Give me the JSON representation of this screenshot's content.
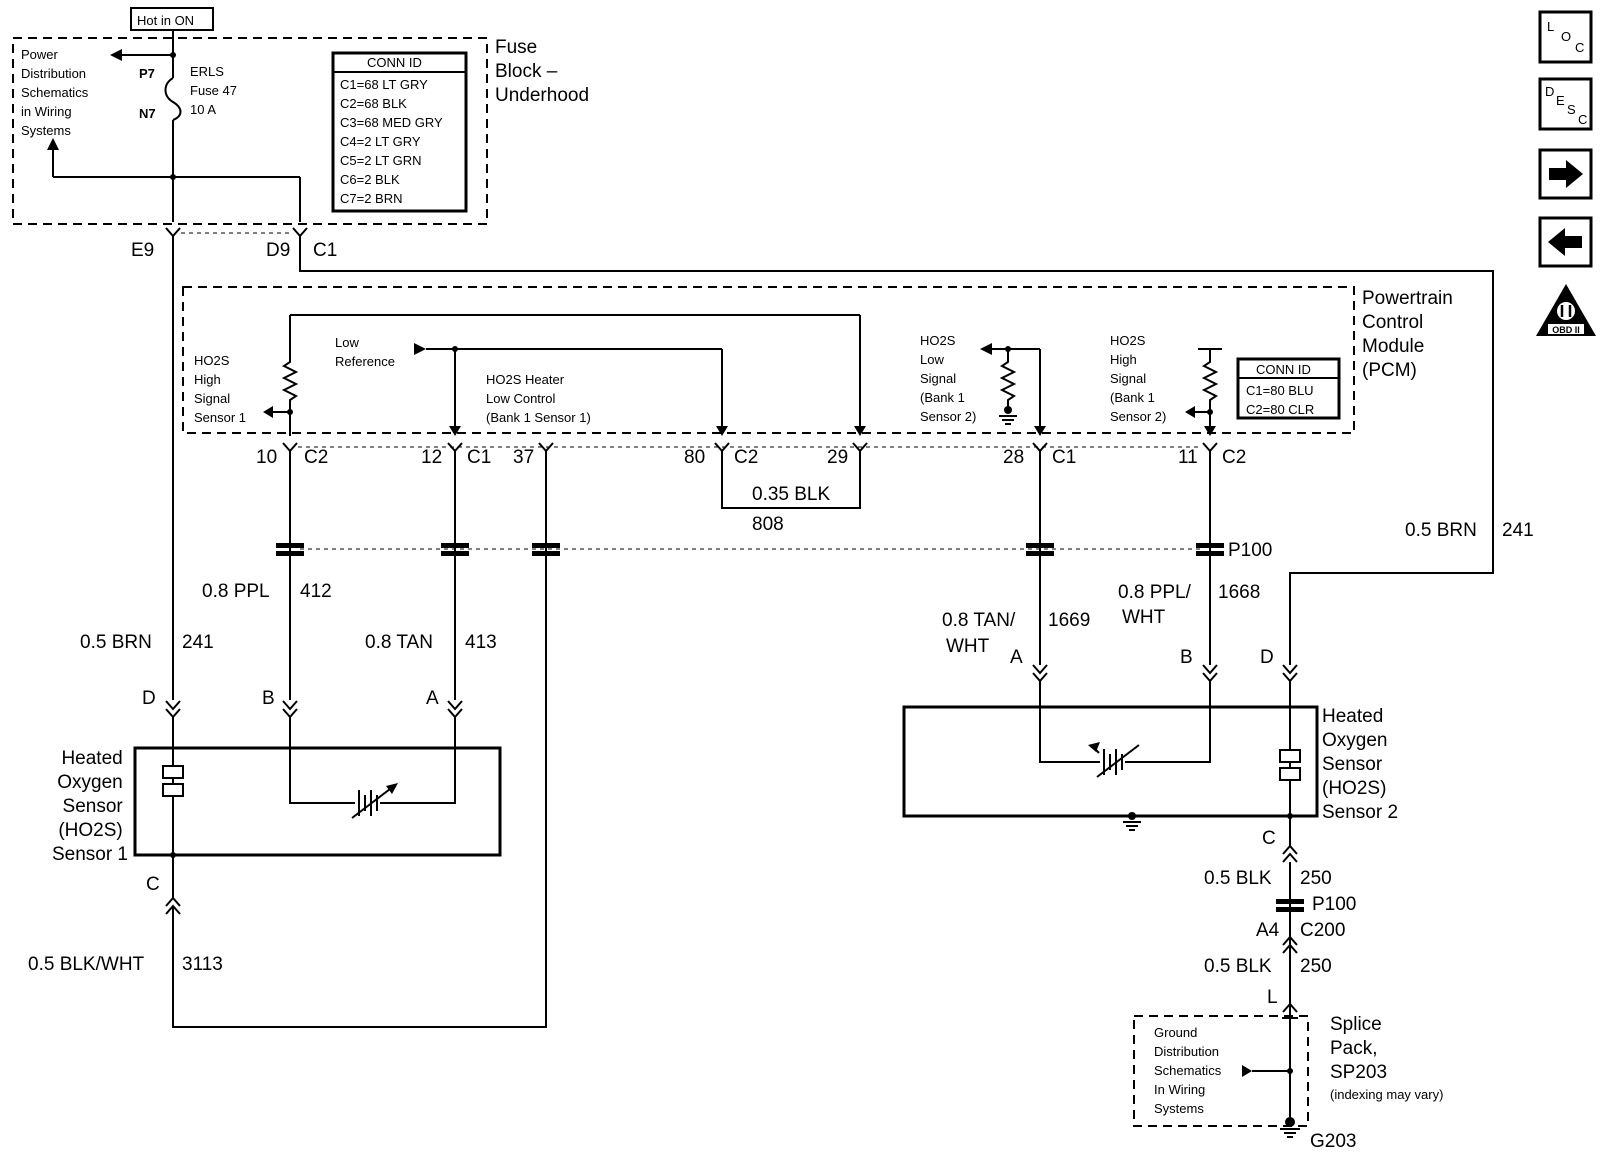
{
  "labels": {
    "hot_in_on": "Hot in ON",
    "power_dist": [
      "Power",
      "Distribution",
      "Schematics",
      "in Wiring",
      "Systems"
    ],
    "p7": "P7",
    "n7": "N7",
    "fuse_name": [
      "ERLS",
      "Fuse 47",
      "10 A"
    ],
    "fuse_block": [
      "Fuse",
      "Block –",
      "Underhood"
    ],
    "fuse_conn_title": "CONN ID",
    "fuse_conn": [
      "C1=68 LT GRY",
      "C2=68 BLK",
      "C3=68 MED GRY",
      "C4=2 LT GRY",
      "C5=2 LT GRN",
      "C6=2 BLK",
      "C7=2 BRN"
    ],
    "e9": "E9",
    "d9": "D9",
    "c1_fuse": "C1",
    "pcm": [
      "Powertrain",
      "Control",
      "Module",
      "(PCM)"
    ],
    "pcm_conn_title": "CONN ID",
    "pcm_conn": [
      "C1=80 BLU",
      "C2=80 CLR"
    ],
    "ho2s_high_s1": [
      "HO2S",
      "High",
      "Signal",
      "Sensor 1"
    ],
    "low_ref": [
      "Low",
      "Reference"
    ],
    "heater_low": [
      "HO2S Heater",
      "Low Control",
      "(Bank 1 Sensor 1)"
    ],
    "ho2s_low_s2": [
      "HO2S",
      "Low",
      "Signal",
      "(Bank 1",
      "Sensor 2)"
    ],
    "ho2s_high_s2": [
      "HO2S",
      "High",
      "Signal",
      "(Bank 1",
      "Sensor 2)"
    ],
    "pin_10": "10",
    "c2_a": "C2",
    "pin_12": "12",
    "c1_a": "C1",
    "pin_37": "37",
    "pin_80": "80",
    "c2_b": "C2",
    "pin_29": "29",
    "pin_28": "28",
    "c1_b": "C1",
    "pin_11": "11",
    "c2_c": "C2",
    "w_035blk": "0.35 BLK",
    "w_808": "808",
    "p100_top": "P100",
    "w_08ppl": "0.8 PPL",
    "w_412": "412",
    "w_05brn_l": "0.5 BRN",
    "w_241_l": "241",
    "w_08tan": "0.8 TAN",
    "w_413": "413",
    "w_05brn_r": "0.5 BRN",
    "w_241_r": "241",
    "w_08pplwht": [
      "0.8 PPL/",
      "WHT"
    ],
    "w_1668": "1668",
    "w_08tanwht": [
      "0.8 TAN/",
      "WHT"
    ],
    "w_1669": "1669",
    "pin_d_l": "D",
    "pin_b_l": "B",
    "pin_a_l": "A",
    "pin_a_r": "A",
    "pin_b_r": "B",
    "pin_d_r": "D",
    "sensor1": [
      "Heated",
      "Oxygen",
      "Sensor",
      "(HO2S)",
      "Sensor 1"
    ],
    "sensor2": [
      "Heated",
      "Oxygen",
      "Sensor",
      "(HO2S)",
      "Sensor 2"
    ],
    "pin_c_l": "C",
    "w_05blkwht": "0.5 BLK/WHT",
    "w_3113": "3113",
    "pin_c_r": "C",
    "w_05blk_1": "0.5 BLK",
    "w_250_1": "250",
    "p100_bot": "P100",
    "a4": "A4",
    "c200": "C200",
    "w_05blk_2": "0.5 BLK",
    "w_250_2": "250",
    "pin_l": "L",
    "ground_dist": [
      "Ground",
      "Distribution",
      "Schematics",
      "In Wiring",
      "Systems"
    ],
    "splice": [
      "Splice",
      "Pack,",
      "SP203"
    ],
    "splice_note": "(indexing may vary)",
    "g203": "G203"
  },
  "nav": {
    "loc": [
      "L",
      "O",
      "C"
    ],
    "desc": [
      "D",
      "E",
      "S",
      "C"
    ],
    "obd": "OBD II"
  }
}
